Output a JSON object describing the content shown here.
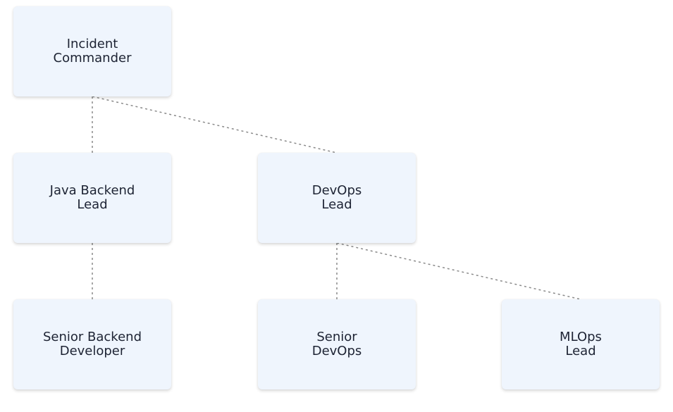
{
  "chart": {
    "nodes": [
      {
        "id": "incident-commander",
        "line1": "Incident",
        "line2": "Commander"
      },
      {
        "id": "java-backend-lead",
        "line1": "Java Backend",
        "line2": "Lead"
      },
      {
        "id": "devops-lead",
        "line1": "DevOps",
        "line2": "Lead"
      },
      {
        "id": "senior-backend-developer",
        "line1": "Senior Backend",
        "line2": "Developer"
      },
      {
        "id": "senior-devops",
        "line1": "Senior",
        "line2": "DevOps"
      },
      {
        "id": "mlops-lead",
        "line1": "MLOps",
        "line2": "Lead"
      }
    ],
    "edges": [
      {
        "from": "incident-commander",
        "to": "java-backend-lead"
      },
      {
        "from": "incident-commander",
        "to": "devops-lead"
      },
      {
        "from": "java-backend-lead",
        "to": "senior-backend-developer"
      },
      {
        "from": "devops-lead",
        "to": "senior-devops"
      },
      {
        "from": "devops-lead",
        "to": "mlops-lead"
      }
    ],
    "colors": {
      "node_fill": "#eff5fd",
      "node_text": "#1d2333",
      "connector": "#8a8a8a"
    }
  }
}
